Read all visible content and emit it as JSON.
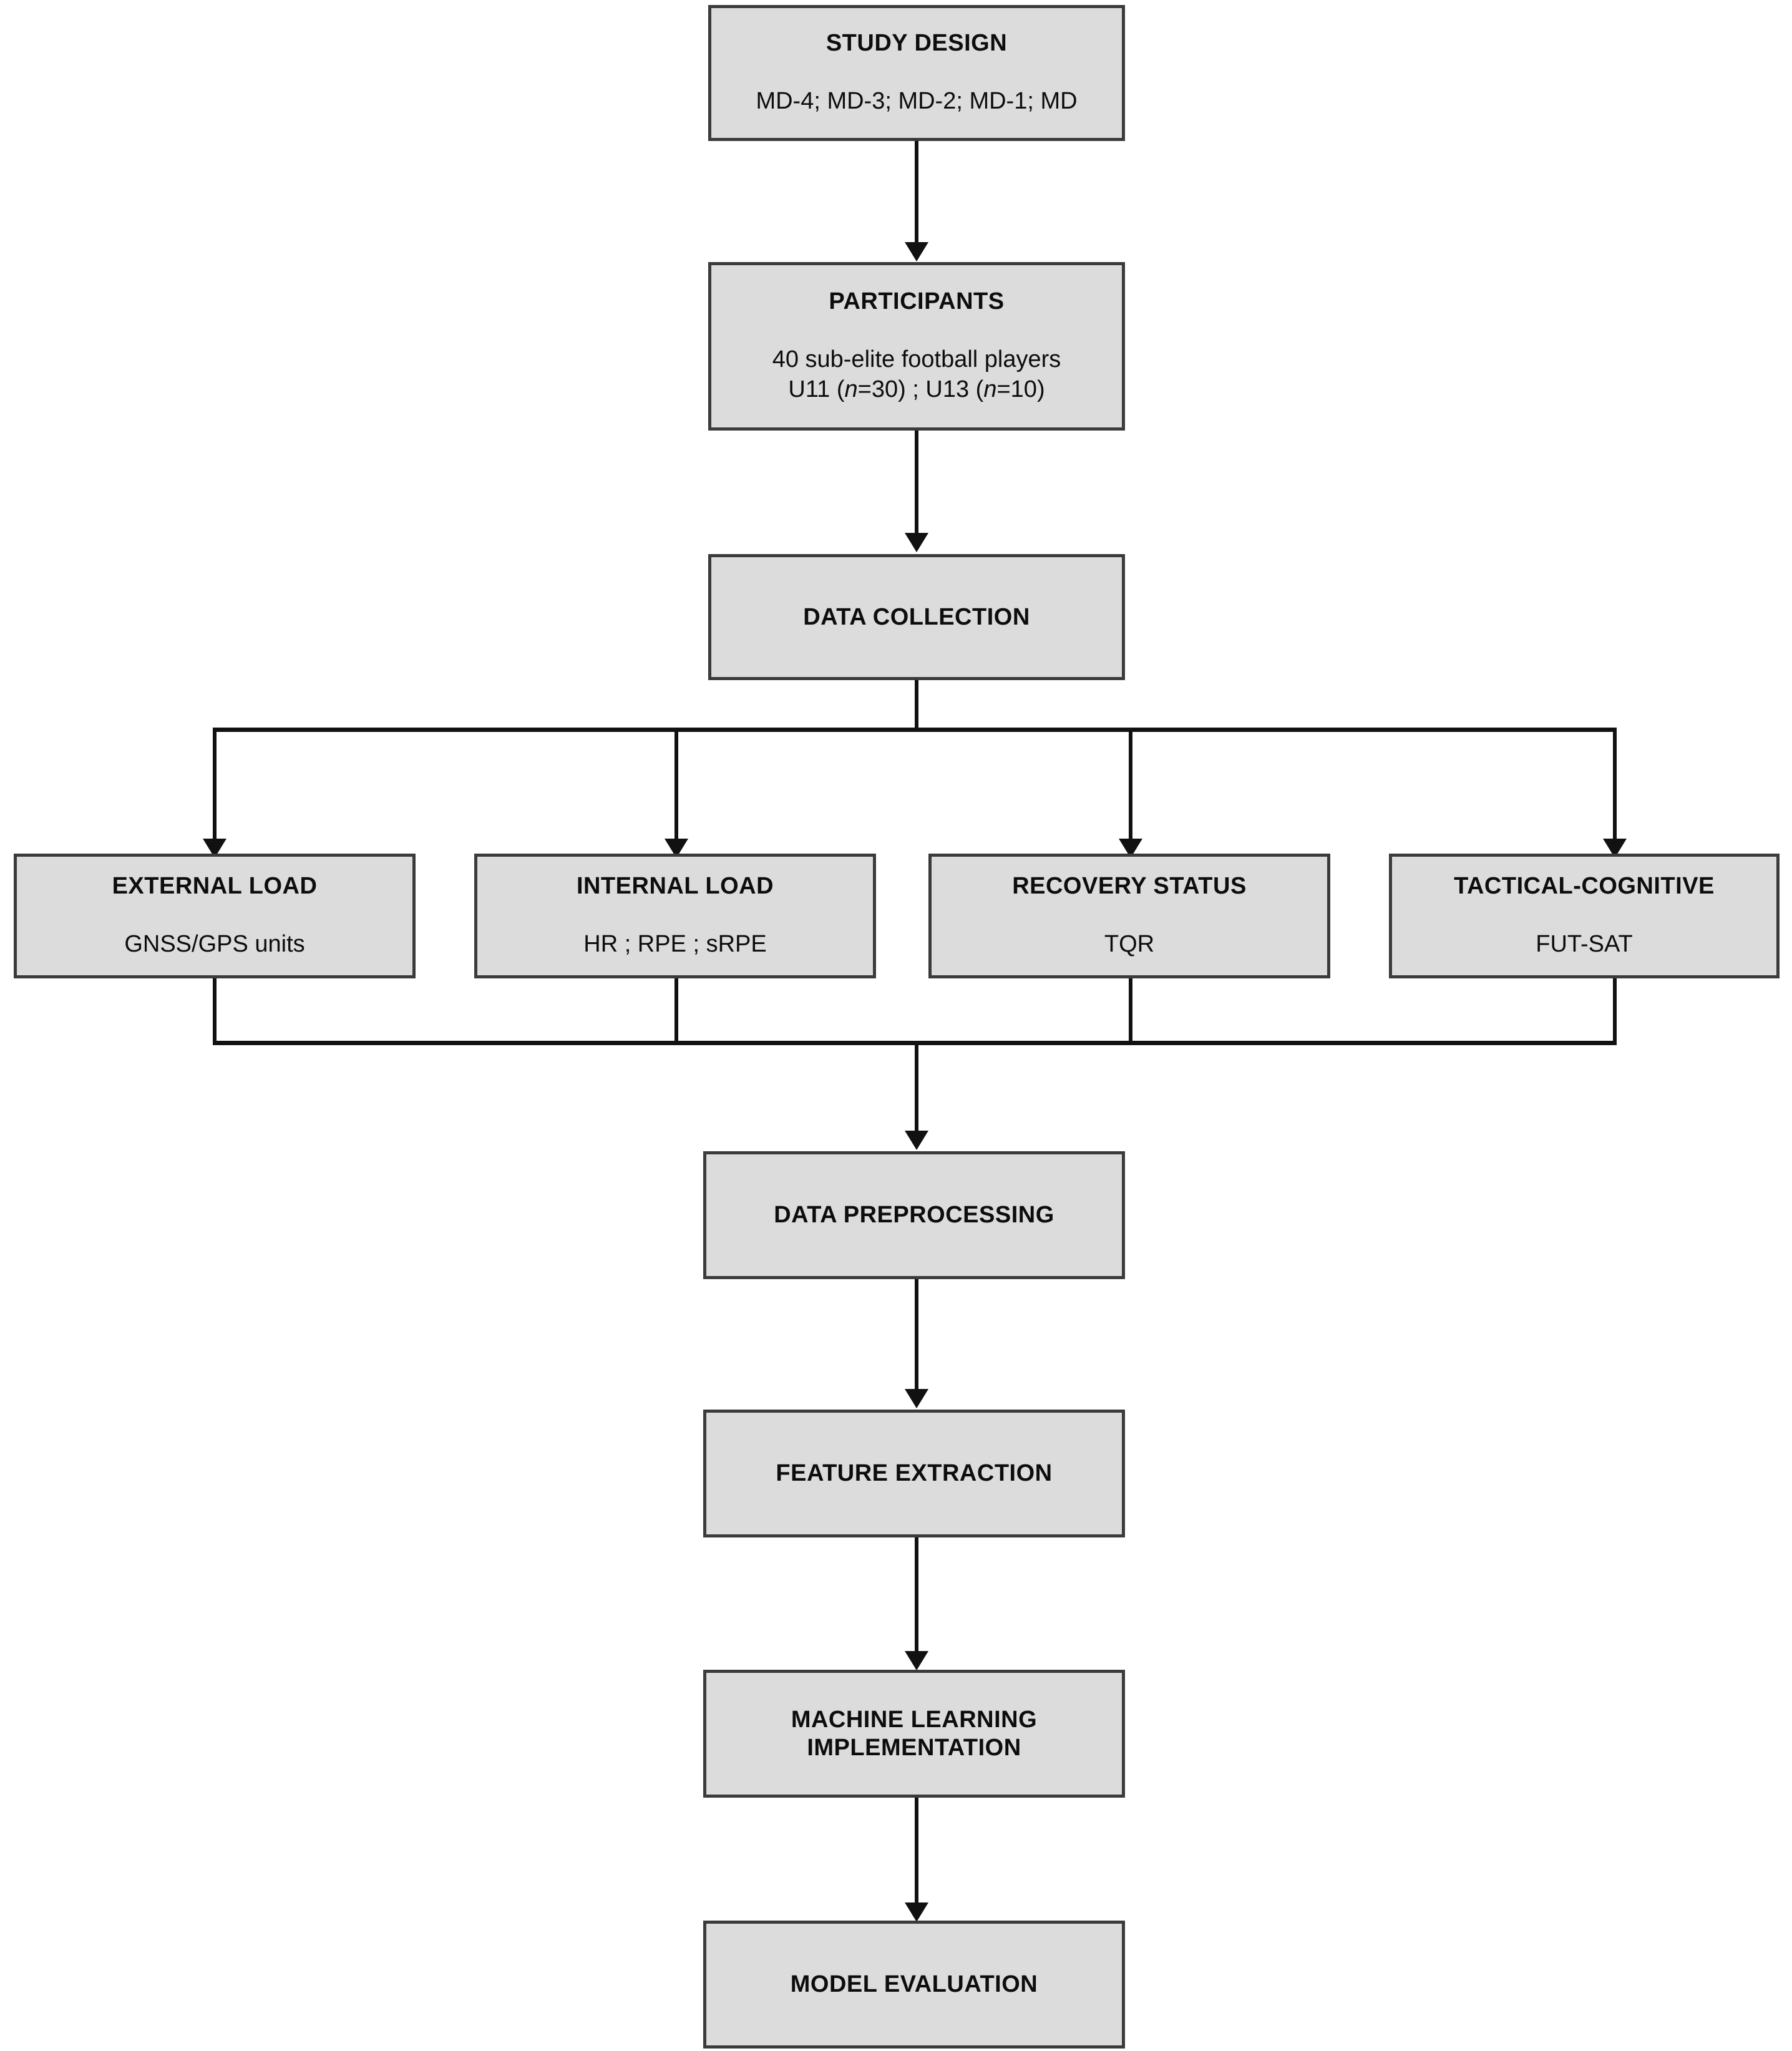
{
  "diagram": {
    "type": "flowchart",
    "orientation": "top-to-bottom",
    "accent_fill": "#dcdcdc",
    "border_color": "#3b3b3b",
    "connector_color": "#111111",
    "nodes": {
      "study_design": {
        "title": "STUDY DESIGN",
        "subtitle": "MD-4; MD-3; MD-2; MD-1; MD"
      },
      "participants": {
        "title": "PARTICIPANTS",
        "subtitle_line1": "40 sub-elite football players",
        "subtitle_line2_a": "U11 (",
        "subtitle_line2_n1": "n",
        "subtitle_line2_b": "=30) ; U13 (",
        "subtitle_line2_n2": "n",
        "subtitle_line2_c": "=10)"
      },
      "data_collection": {
        "title": "DATA COLLECTION"
      },
      "external_load": {
        "title": "EXTERNAL LOAD",
        "subtitle": "GNSS/GPS units"
      },
      "internal_load": {
        "title": "INTERNAL LOAD",
        "subtitle": "HR ; RPE ; sRPE"
      },
      "recovery_status": {
        "title": "RECOVERY STATUS",
        "subtitle": "TQR"
      },
      "tactical_cognitive": {
        "title": "TACTICAL-COGNITIVE",
        "subtitle": "FUT-SAT"
      },
      "data_preprocessing": {
        "title": "DATA PREPROCESSING"
      },
      "feature_extraction": {
        "title": "FEATURE EXTRACTION"
      },
      "machine_learning": {
        "title_line1": "MACHINE LEARNING",
        "title_line2": "IMPLEMENTATION"
      },
      "model_evaluation": {
        "title": "MODEL EVALUATION"
      }
    },
    "edges": [
      {
        "from": "study_design",
        "to": "participants"
      },
      {
        "from": "participants",
        "to": "data_collection"
      },
      {
        "from": "data_collection",
        "to": "external_load"
      },
      {
        "from": "data_collection",
        "to": "internal_load"
      },
      {
        "from": "data_collection",
        "to": "recovery_status"
      },
      {
        "from": "data_collection",
        "to": "tactical_cognitive"
      },
      {
        "from": "external_load",
        "to": "data_preprocessing"
      },
      {
        "from": "internal_load",
        "to": "data_preprocessing"
      },
      {
        "from": "recovery_status",
        "to": "data_preprocessing"
      },
      {
        "from": "tactical_cognitive",
        "to": "data_preprocessing"
      },
      {
        "from": "data_preprocessing",
        "to": "feature_extraction"
      },
      {
        "from": "feature_extraction",
        "to": "machine_learning"
      },
      {
        "from": "machine_learning",
        "to": "model_evaluation"
      }
    ]
  }
}
